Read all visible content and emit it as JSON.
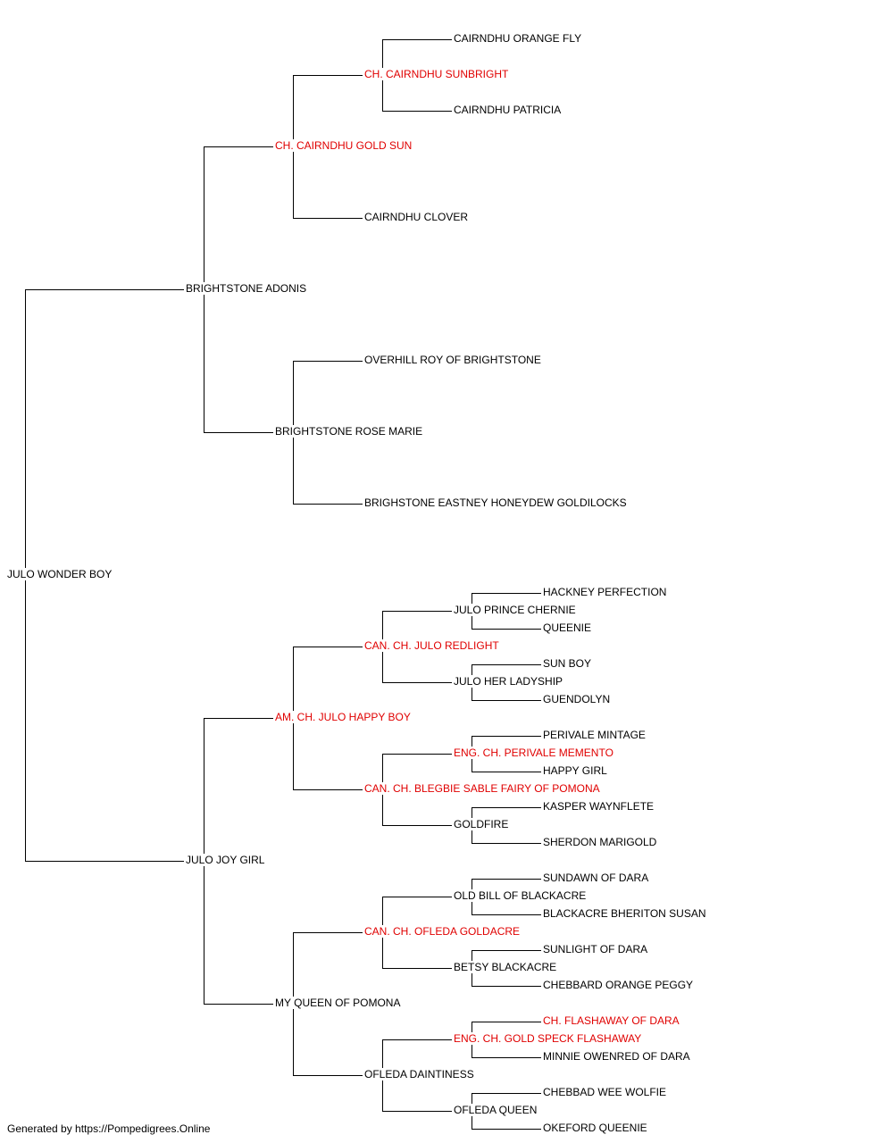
{
  "colors": {
    "line": "#000000",
    "text": "#000000",
    "titled_text": "#e00000"
  },
  "pedigree": {
    "name": "JULO WONDER BOY",
    "sire": {
      "name": "BRIGHTSTONE ADONIS",
      "sire": {
        "name": "CH. CAIRNDHU GOLD SUN",
        "titled": true,
        "sire": {
          "name": "CH. CAIRNDHU SUNBRIGHT",
          "titled": true,
          "sire": {
            "name": "CAIRNDHU ORANGE FLY"
          },
          "dam": {
            "name": "CAIRNDHU PATRICIA"
          }
        },
        "dam": {
          "name": "CAIRNDHU CLOVER"
        }
      },
      "dam": {
        "name": "BRIGHTSTONE ROSE MARIE",
        "sire": {
          "name": "OVERHILL ROY OF BRIGHTSTONE"
        },
        "dam": {
          "name": "BRIGHSTONE EASTNEY HONEYDEW GOLDILOCKS"
        }
      }
    },
    "dam": {
      "name": "JULO JOY GIRL",
      "sire": {
        "name": "AM. CH. JULO HAPPY BOY",
        "titled": true,
        "sire": {
          "name": "CAN. CH. JULO REDLIGHT",
          "titled": true,
          "sire": {
            "name": "JULO PRINCE CHERNIE",
            "sire": {
              "name": "HACKNEY PERFECTION"
            },
            "dam": {
              "name": "QUEENIE"
            }
          },
          "dam": {
            "name": "JULO HER LADYSHIP",
            "sire": {
              "name": "SUN BOY"
            },
            "dam": {
              "name": "GUENDOLYN"
            }
          }
        },
        "dam": {
          "name": "CAN. CH. BLEGBIE SABLE FAIRY OF POMONA",
          "titled": true,
          "sire": {
            "name": "ENG. CH. PERIVALE MEMENTO",
            "titled": true,
            "sire": {
              "name": "PERIVALE MINTAGE"
            },
            "dam": {
              "name": "HAPPY GIRL"
            }
          },
          "dam": {
            "name": "GOLDFIRE",
            "sire": {
              "name": "KASPER WAYNFLETE"
            },
            "dam": {
              "name": "SHERDON MARIGOLD"
            }
          }
        }
      },
      "dam": {
        "name": "MY QUEEN OF POMONA",
        "sire": {
          "name": "CAN. CH. OFLEDA GOLDACRE",
          "titled": true,
          "sire": {
            "name": "OLD BILL OF BLACKACRE",
            "sire": {
              "name": "SUNDAWN OF DARA"
            },
            "dam": {
              "name": "BLACKACRE BHERITON SUSAN"
            }
          },
          "dam": {
            "name": "BETSY BLACKACRE",
            "sire": {
              "name": "SUNLIGHT OF DARA"
            },
            "dam": {
              "name": "CHEBBARD ORANGE PEGGY"
            }
          }
        },
        "dam": {
          "name": "OFLEDA DAINTINESS",
          "sire": {
            "name": "ENG. CH. GOLD SPECK FLASHAWAY",
            "titled": true,
            "sire": {
              "name": "CH. FLASHAWAY OF DARA",
              "titled": true
            },
            "dam": {
              "name": "MINNIE OWENRED OF DARA"
            }
          },
          "dam": {
            "name": "OFLEDA QUEEN",
            "sire": {
              "name": "CHEBBAD WEE WOLFIE"
            },
            "dam": {
              "name": "OKEFORD QUEENIE"
            }
          }
        }
      }
    }
  },
  "footer": "Generated by https://Pompedigrees.Online"
}
